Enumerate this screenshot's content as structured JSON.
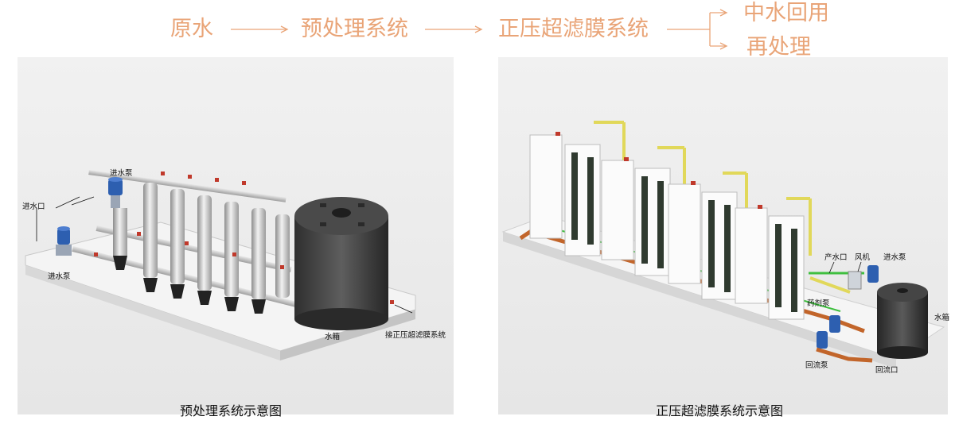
{
  "flow": {
    "raw_water": "原水",
    "pretreatment": "预处理系统",
    "uf_system": "正压超滤膜系统",
    "reuse": "中水回用",
    "retreatment": "再处理",
    "text_color": "#e9a477"
  },
  "left_diagram": {
    "caption": "预处理系统示意图",
    "labels": {
      "inlet_pump_top": "进水泵",
      "water_inlet": "进水口",
      "inlet_pump_bottom": "进水泵",
      "water_tank": "水箱",
      "to_uf": "接正压超滤膜系统"
    }
  },
  "right_diagram": {
    "caption": "正压超滤膜系统示意图",
    "labels": {
      "outlet": "产水口",
      "blower": "风机",
      "inlet_pump": "进水泵",
      "dosing_pump": "药剂泵",
      "water_tank": "水箱",
      "return_pump": "回流泵",
      "return_outlet": "回流口"
    }
  }
}
